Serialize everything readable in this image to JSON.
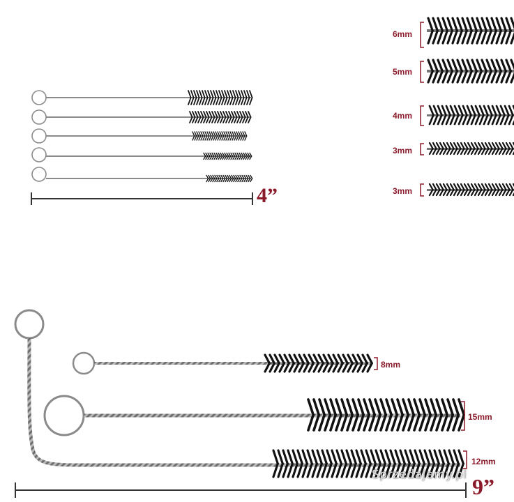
{
  "top_right_sizes": [
    "6mm",
    "5mm",
    "4mm",
    "3mm",
    "3mm"
  ],
  "small_set_length": "4”",
  "large_brushes": [
    {
      "size": "8mm"
    },
    {
      "size": "15mm"
    },
    {
      "size": "12mm"
    }
  ],
  "large_set_length": "9”",
  "watermark": "Sprzedajemy.pl",
  "colors": {
    "accent": "#8b1a2a",
    "bristle": "#111111",
    "wire": "#8a8a8a",
    "ruler": "#333333"
  }
}
